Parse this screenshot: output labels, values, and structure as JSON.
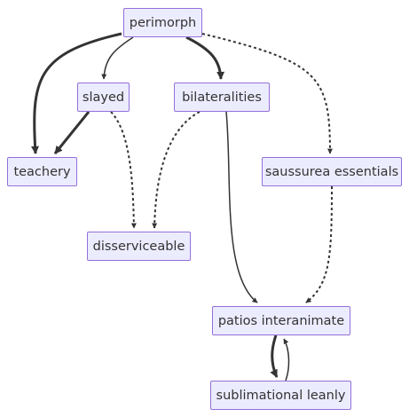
{
  "colors": {
    "node_fill": "#ececff",
    "node_border": "#9370db",
    "edge": "#333333",
    "text": "#333333"
  },
  "nodes": {
    "perimorph": "perimorph",
    "slayed": "slayed",
    "bilateralities": "bilateralities",
    "teachery": "teachery",
    "saussurea": "saussurea essentials",
    "disserviceable": "disserviceable",
    "patios": "patios interanimate",
    "sublimational": "sublimational leanly"
  },
  "edges": [
    {
      "from": "perimorph",
      "to": "teachery",
      "style": "thick"
    },
    {
      "from": "perimorph",
      "to": "slayed",
      "style": "normal"
    },
    {
      "from": "perimorph",
      "to": "bilateralities",
      "style": "thick"
    },
    {
      "from": "perimorph",
      "to": "saussurea essentials",
      "style": "dotted"
    },
    {
      "from": "slayed",
      "to": "teachery",
      "style": "thick"
    },
    {
      "from": "slayed",
      "to": "disserviceable",
      "style": "dotted"
    },
    {
      "from": "bilateralities",
      "to": "disserviceable",
      "style": "dotted"
    },
    {
      "from": "bilateralities",
      "to": "patios interanimate",
      "style": "normal"
    },
    {
      "from": "saussurea essentials",
      "to": "patios interanimate",
      "style": "dotted"
    },
    {
      "from": "patios interanimate",
      "to": "sublimational leanly",
      "style": "thick"
    },
    {
      "from": "sublimational leanly",
      "to": "patios interanimate",
      "style": "normal"
    }
  ]
}
